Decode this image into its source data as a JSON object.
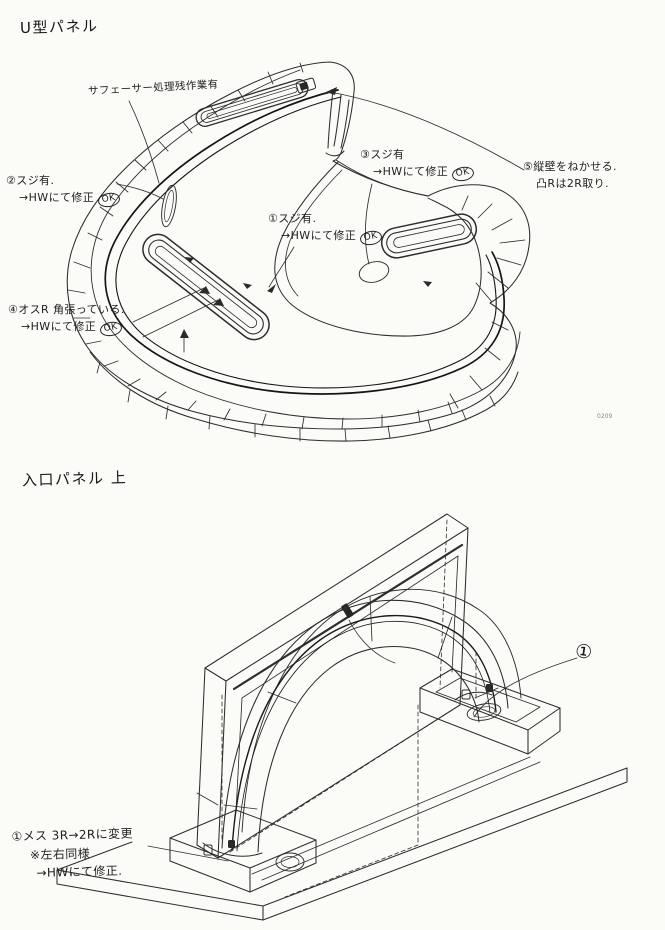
{
  "colors": {
    "paper": "#fbfbf8",
    "ink": "#2d2d2d"
  },
  "top": {
    "title": "U型パネル",
    "surfacer_note": "サフェーサー処理残作業有",
    "n1": {
      "l1": "①スジ有.",
      "l2": "→HWにて修正",
      "ok": "OK"
    },
    "n2": {
      "l1": "②スジ有.",
      "l2": "→HWにて修正",
      "ok": "OK"
    },
    "n3": {
      "l1": "③スジ有",
      "l2": "→HWにて修正",
      "ok": "OK"
    },
    "n4": {
      "l1": "④オスR 角張っている.",
      "l2": "→HWにて修正",
      "ok": "OK"
    },
    "n5": {
      "l1": "⑤縦壁をねかせる.",
      "l2": "凸Rは2R取り."
    },
    "page_number": "0209"
  },
  "bottom": {
    "title": "入口パネル 上",
    "callout": "①",
    "note": {
      "l1": "①メス 3R→2Rに変更",
      "l2": "※左右同様",
      "l3": "→HWにて修正."
    }
  }
}
